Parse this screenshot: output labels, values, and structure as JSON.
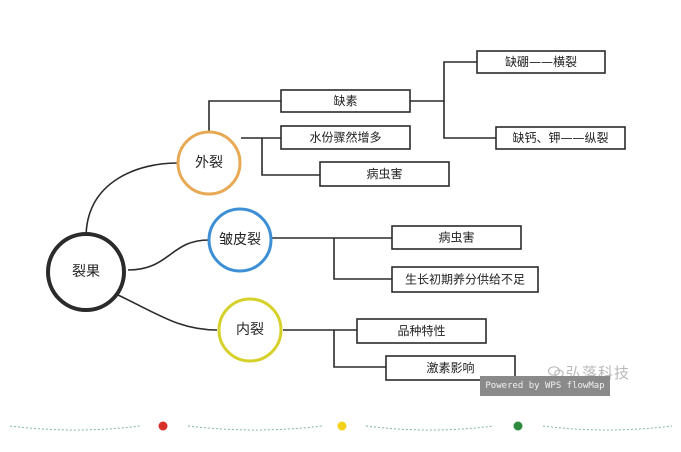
{
  "diagram": {
    "root": {
      "label": "裂果"
    },
    "branches": [
      {
        "label": "外裂",
        "color": "#E8A955",
        "children": [
          {
            "label": "缺素",
            "children": [
              {
                "label": "缺硼——横裂"
              },
              {
                "label": "缺钙、钾——纵裂"
              }
            ]
          },
          {
            "label": "水份骤然增多"
          },
          {
            "label": "病虫害"
          }
        ]
      },
      {
        "label": "皱皮裂",
        "color": "#3E8FD6",
        "children": [
          {
            "label": "病虫害"
          },
          {
            "label": "生长初期养分供给不足"
          }
        ]
      },
      {
        "label": "内裂",
        "color": "#D6D12A",
        "children": [
          {
            "label": "品种特性"
          },
          {
            "label": "激素影响"
          }
        ]
      }
    ]
  },
  "watermark": {
    "brand": "弘落科技",
    "powered_by": "Powered by WPS flowMap"
  },
  "divider_dots": [
    {
      "color": "#D9302A"
    },
    {
      "color": "#F2D21A"
    },
    {
      "color": "#2E8B3E"
    }
  ],
  "colors": {
    "root_stroke": "#2b2b2b",
    "line": "#2b2b2b",
    "dash": "#7fb89a"
  }
}
